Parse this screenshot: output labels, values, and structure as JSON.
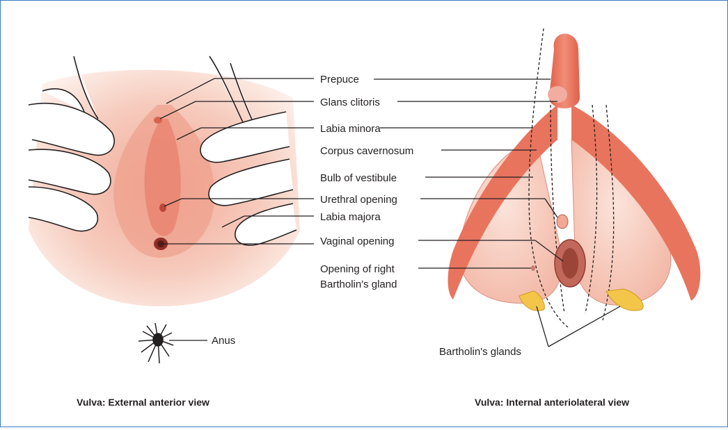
{
  "labels": {
    "prepuce": "Prepuce",
    "glans_clitoris": "Glans clitoris",
    "labia_minora": "Labia minora",
    "corpus_cavernosum": "Corpus cavernosum",
    "bulb_of_vestibule": "Bulb of vestibule",
    "urethral_opening": "Urethral opening",
    "labia_majora": "Labia majora",
    "vaginal_opening": "Vaginal opening",
    "bartholin_opening_line1": "Opening of right",
    "bartholin_opening_line2": "Bartholin's gland",
    "anus": "Anus",
    "bartholins_glands": "Bartholin's glands"
  },
  "captions": {
    "external": "Vulva: External anterior view",
    "internal": "Vulva: Internal anteriolateral view"
  },
  "colors": {
    "frame": "#3a7bbf",
    "tissue_light": "#f6d2c4",
    "tissue_mid": "#f0a595",
    "erectile": "#e8745e",
    "gland": "#f3c64a"
  }
}
